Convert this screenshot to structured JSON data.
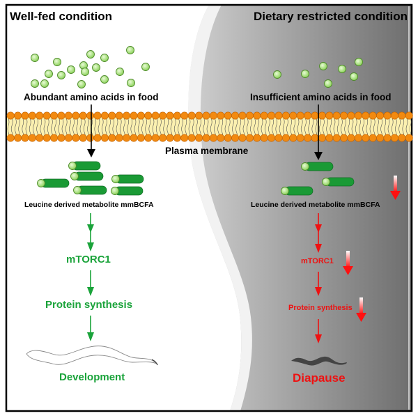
{
  "figure": {
    "type": "graphical-abstract",
    "colors": {
      "well_fed": "#1aa33a",
      "restricted": "#ee1111",
      "molecule_body": "#1a9a35",
      "amino_acid": "#a6e27a",
      "membrane_head": "#f28a10",
      "membrane_tail": "#fbf0b0",
      "border": "#000000"
    }
  },
  "left_panel": {
    "title": "Well-fed condition",
    "food_label": "Abundant amino acids in food",
    "amino_acid_count": 18,
    "metabolite_count": 6,
    "metabolite_label": "Leucine derived metabolite mmBCFA",
    "pathway": [
      "mTORC1",
      "Protein synthesis",
      "Development"
    ],
    "worm": "outline-worm-icon"
  },
  "right_panel": {
    "title": "Dietary restricted condition",
    "food_label": "Insufficient amino acids in food",
    "amino_acid_count": 7,
    "metabolite_count": 3,
    "metabolite_label": "Leucine derived metabolite mmBCFA",
    "pathway": [
      "mTORC1",
      "Protein synthesis",
      "Diapause"
    ],
    "worm": "filled-worm-icon",
    "decrease_indicator": "down-arrow-icon"
  },
  "membrane": {
    "label": "Plasma membrane"
  }
}
